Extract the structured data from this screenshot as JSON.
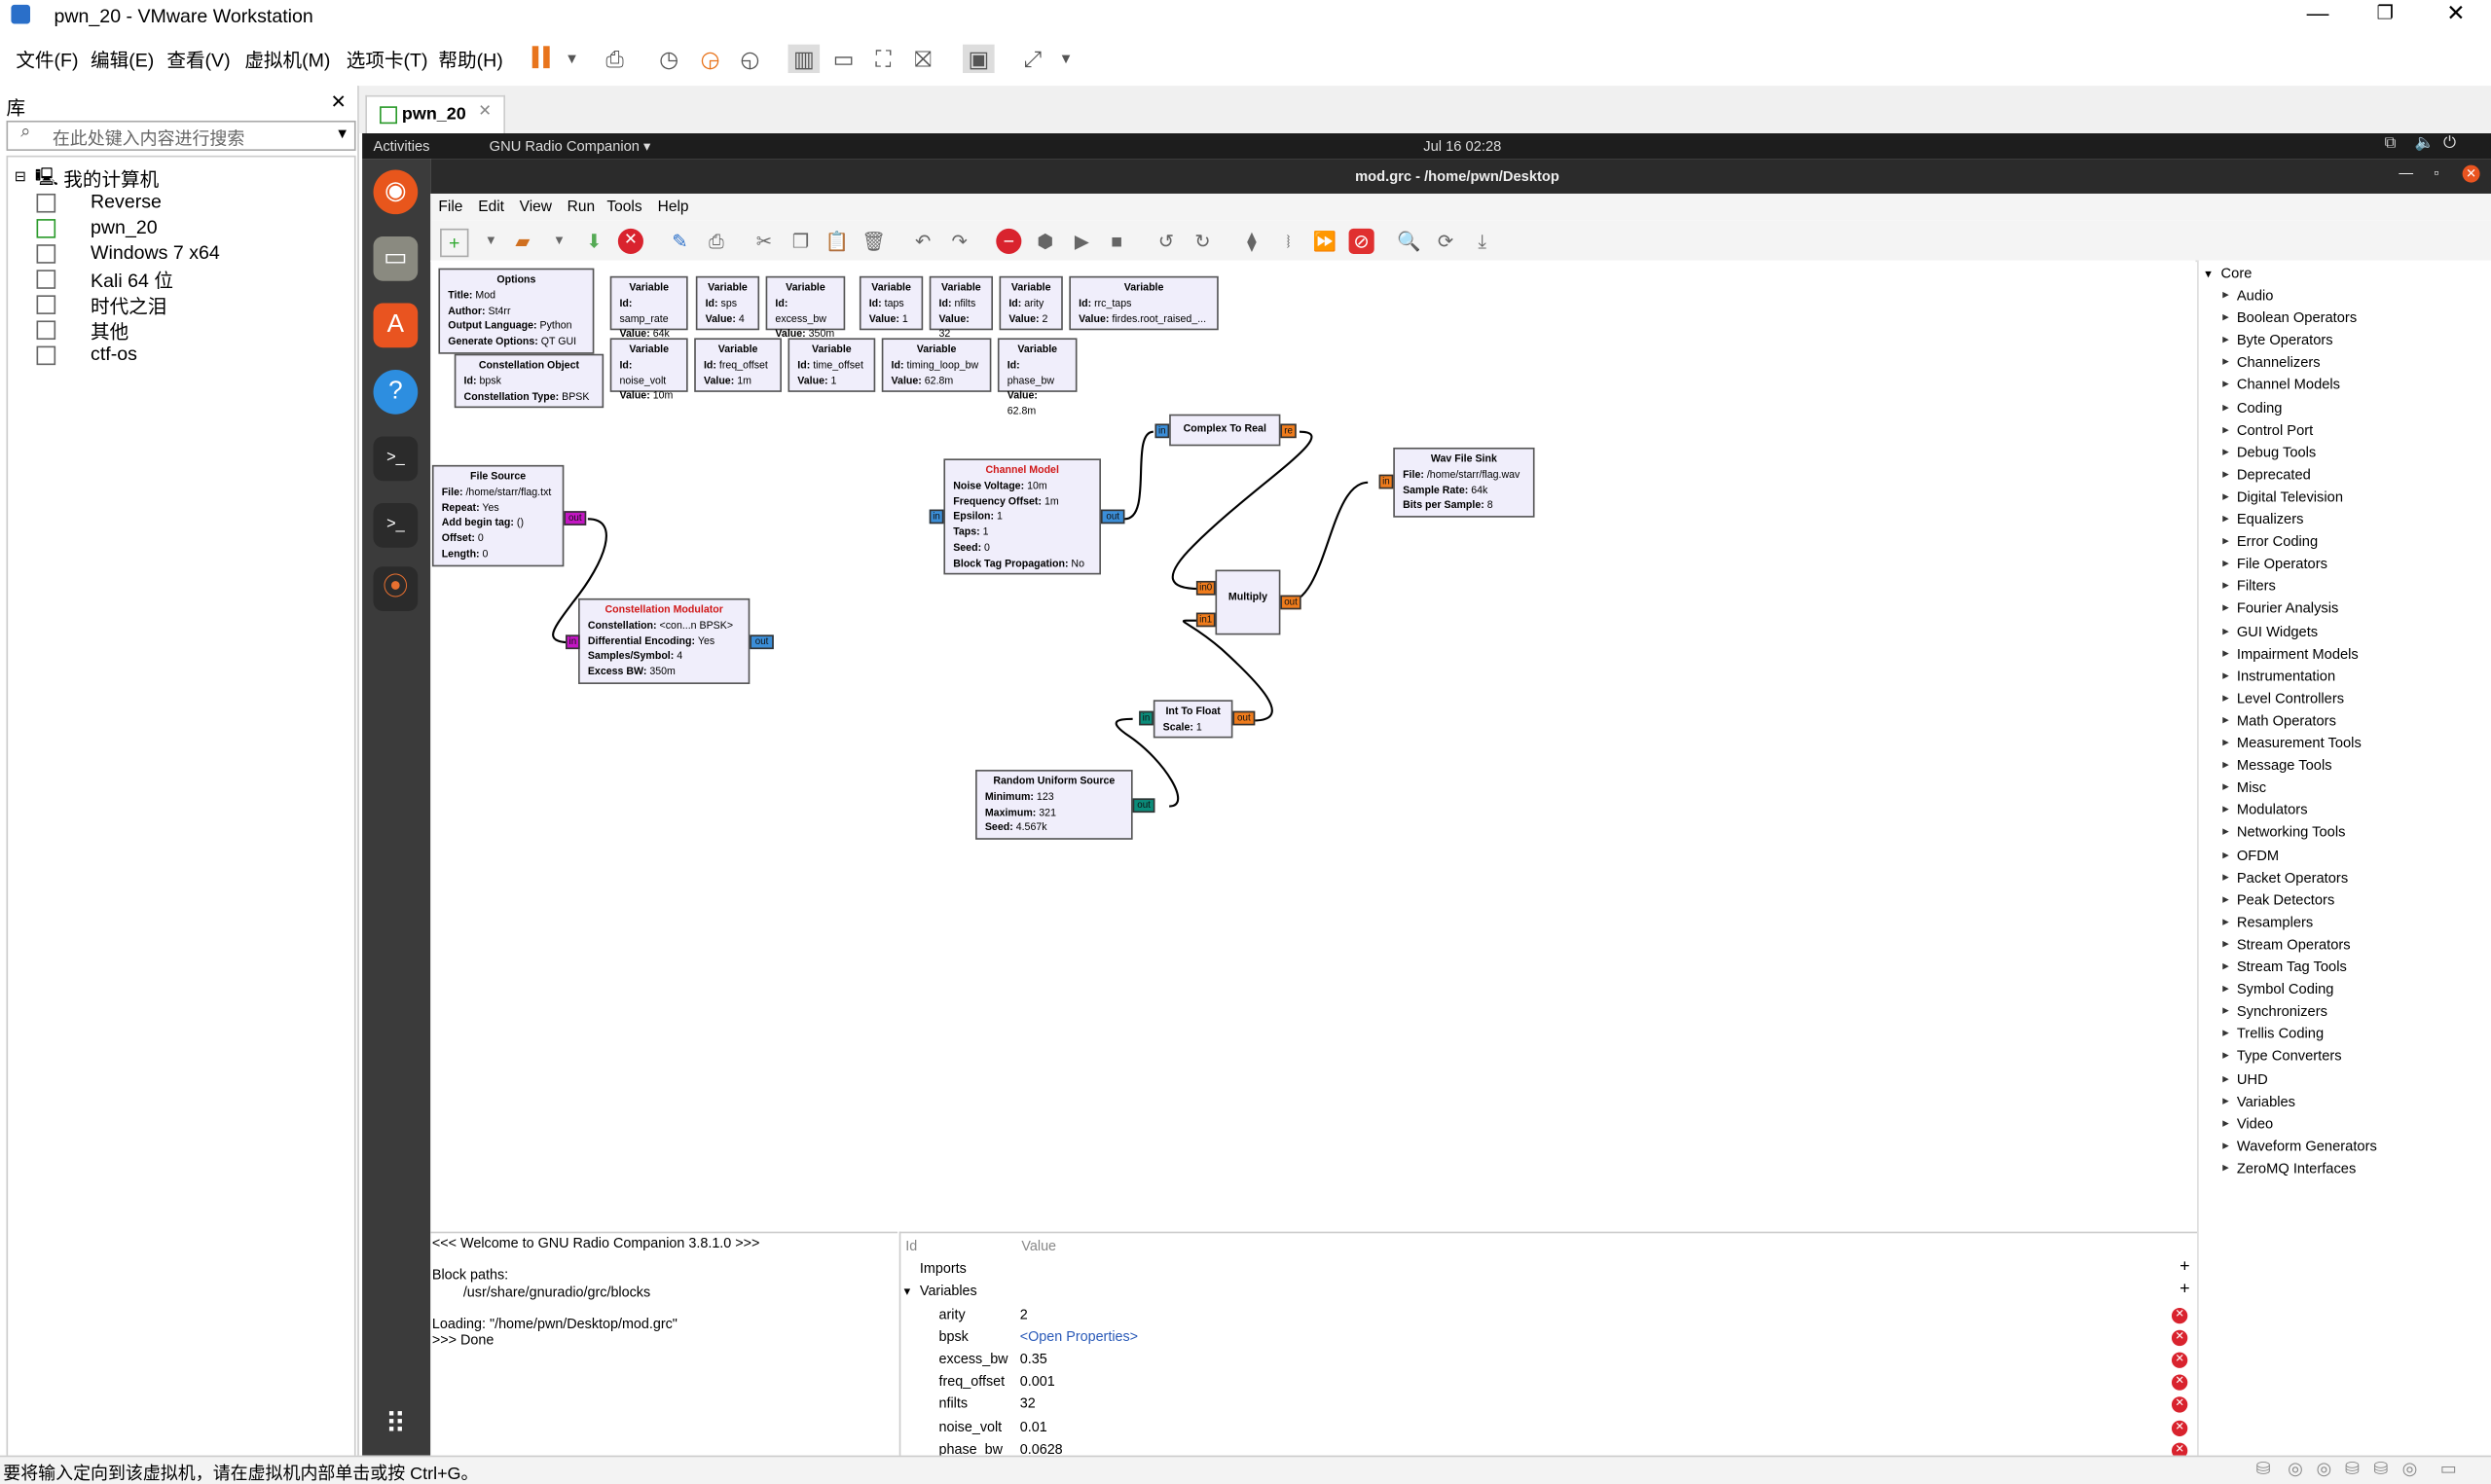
{
  "window": {
    "title": "pwn_20 - VMware Workstation"
  },
  "menu": [
    "文件(F)",
    "编辑(E)",
    "查看(V)",
    "虚拟机(M)",
    "选项卡(T)",
    "帮助(H)"
  ],
  "library": {
    "title": "库",
    "search_placeholder": "在此处键入内容进行搜索",
    "root": "我的计算机",
    "items": [
      "Reverse",
      "pwn_20",
      "Windows 7 x64",
      "Kali 64 位",
      "时代之泪",
      "其他",
      "ctf-os"
    ]
  },
  "tab": {
    "label": "pwn_20"
  },
  "ubuntu": {
    "activities": "Activities",
    "app": "GNU Radio Companion ▾",
    "clock": "Jul 16  02:28"
  },
  "grc": {
    "title": "mod.grc - /home/pwn/Desktop",
    "menu": [
      "File",
      "Edit",
      "View",
      "Run",
      "Tools",
      "Help"
    ]
  },
  "blocks": {
    "options": {
      "title": "Options",
      "rows": [
        [
          "Title:",
          "Mod"
        ],
        [
          "Author:",
          "St4rr"
        ],
        [
          "Output Language:",
          "Python"
        ],
        [
          "Generate Options:",
          "QT GUI"
        ]
      ]
    },
    "vars": [
      {
        "title": "Variable",
        "rows": [
          [
            "Id:",
            "samp_rate"
          ],
          [
            "Value:",
            "64k"
          ]
        ]
      },
      {
        "title": "Variable",
        "rows": [
          [
            "Id:",
            "sps"
          ],
          [
            "Value:",
            "4"
          ]
        ]
      },
      {
        "title": "Variable",
        "rows": [
          [
            "Id:",
            "excess_bw"
          ],
          [
            "Value:",
            "350m"
          ]
        ]
      },
      {
        "title": "Variable",
        "rows": [
          [
            "Id:",
            "taps"
          ],
          [
            "Value:",
            "1"
          ]
        ]
      },
      {
        "title": "Variable",
        "rows": [
          [
            "Id:",
            "nfilts"
          ],
          [
            "Value:",
            "32"
          ]
        ]
      },
      {
        "title": "Variable",
        "rows": [
          [
            "Id:",
            "arity"
          ],
          [
            "Value:",
            "2"
          ]
        ]
      },
      {
        "title": "Variable",
        "rows": [
          [
            "Id:",
            "rrc_taps"
          ],
          [
            "Value:",
            "firdes.root_raised_..."
          ]
        ]
      },
      {
        "title": "Variable",
        "rows": [
          [
            "Id:",
            "noise_volt"
          ],
          [
            "Value:",
            "10m"
          ]
        ]
      },
      {
        "title": "Variable",
        "rows": [
          [
            "Id:",
            "freq_offset"
          ],
          [
            "Value:",
            "1m"
          ]
        ]
      },
      {
        "title": "Variable",
        "rows": [
          [
            "Id:",
            "time_offset"
          ],
          [
            "Value:",
            "1"
          ]
        ]
      },
      {
        "title": "Variable",
        "rows": [
          [
            "Id:",
            "timing_loop_bw"
          ],
          [
            "Value:",
            "62.8m"
          ]
        ]
      },
      {
        "title": "Variable",
        "rows": [
          [
            "Id:",
            "phase_bw"
          ],
          [
            "Value:",
            "62.8m"
          ]
        ]
      }
    ],
    "constobj": {
      "title": "Constellation Object",
      "rows": [
        [
          "Id:",
          "bpsk"
        ],
        [
          "Constellation Type:",
          "BPSK"
        ]
      ]
    },
    "filesource": {
      "title": "File Source",
      "rows": [
        [
          "File:",
          "/home/starr/flag.txt"
        ],
        [
          "Repeat:",
          "Yes"
        ],
        [
          "Add begin tag:",
          "()"
        ],
        [
          "Offset:",
          "0"
        ],
        [
          "Length:",
          "0"
        ]
      ],
      "out": "out"
    },
    "constmod": {
      "title": "Constellation Modulator",
      "rows": [
        [
          "Constellation:",
          "<con...n BPSK>"
        ],
        [
          "Differential Encoding:",
          "Yes"
        ],
        [
          "Samples/Symbol:",
          "4"
        ],
        [
          "Excess BW:",
          "350m"
        ]
      ],
      "in": "in",
      "out": "out"
    },
    "channel": {
      "title": "Channel Model",
      "rows": [
        [
          "Noise Voltage:",
          "10m"
        ],
        [
          "Frequency Offset:",
          "1m"
        ],
        [
          "Epsilon:",
          "1"
        ],
        [
          "Taps:",
          "1"
        ],
        [
          "Seed:",
          "0"
        ],
        [
          "Block Tag Propagation:",
          "No"
        ]
      ],
      "in": "in",
      "out": "out"
    },
    "c2r": {
      "title": "Complex To Real",
      "in": "in",
      "out": "re"
    },
    "multiply": {
      "title": "Multiply",
      "in0": "in0",
      "in1": "in1",
      "out": "out"
    },
    "i2f": {
      "title": "Int To Float",
      "rows": [
        [
          "Scale:",
          "1"
        ]
      ],
      "in": "in",
      "out": "out"
    },
    "random": {
      "title": "Random Uniform Source",
      "rows": [
        [
          "Minimum:",
          "123"
        ],
        [
          "Maximum:",
          "321"
        ],
        [
          "Seed:",
          "4.567k"
        ]
      ],
      "out": "out"
    },
    "wav": {
      "title": "Wav File Sink",
      "rows": [
        [
          "File:",
          "/home/starr/flag.wav"
        ],
        [
          "Sample Rate:",
          "64k"
        ],
        [
          "Bits per Sample:",
          "8"
        ]
      ],
      "in": "in"
    }
  },
  "block_tree": {
    "root": "Core",
    "categories": [
      "Audio",
      "Boolean Operators",
      "Byte Operators",
      "Channelizers",
      "Channel Models",
      "Coding",
      "Control Port",
      "Debug Tools",
      "Deprecated",
      "Digital Television",
      "Equalizers",
      "Error Coding",
      "File Operators",
      "Filters",
      "Fourier Analysis",
      "GUI Widgets",
      "Impairment Models",
      "Instrumentation",
      "Level Controllers",
      "Math Operators",
      "Measurement Tools",
      "Message Tools",
      "Misc",
      "Modulators",
      "Networking Tools",
      "OFDM",
      "Packet Operators",
      "Peak Detectors",
      "Resamplers",
      "Stream Operators",
      "Stream Tag Tools",
      "Symbol Coding",
      "Synchronizers",
      "Trellis Coding",
      "Type Converters",
      "UHD",
      "Variables",
      "Video",
      "Waveform Generators",
      "ZeroMQ Interfaces"
    ]
  },
  "console": {
    "lines": [
      "<<< Welcome to GNU Radio Companion 3.8.1.0 >>>",
      "",
      "Block paths:",
      "        /usr/share/gnuradio/grc/blocks",
      "",
      "Loading: \"/home/pwn/Desktop/mod.grc\"",
      ">>> Done"
    ]
  },
  "vartable": {
    "headers": [
      "Id",
      "Value"
    ],
    "imports": "Imports",
    "variables": "Variables",
    "rows": [
      [
        "arity",
        "2"
      ],
      [
        "bpsk",
        "<Open Properties>"
      ],
      [
        "excess_bw",
        "0.35"
      ],
      [
        "freq_offset",
        "0.001"
      ],
      [
        "nfilts",
        "32"
      ],
      [
        "noise_volt",
        "0.01"
      ],
      [
        "phase_bw",
        "0.0628"
      ]
    ]
  },
  "status": "要将输入定向到该虚拟机，请在虚拟机内部单击或按 Ctrl+G。",
  "colors": {
    "port_complex": "#3b8ed8",
    "port_float": "#f07c1c",
    "port_byte": "#c416c4",
    "port_int": "#0a8c7a",
    "error_red": "#d9232e"
  }
}
